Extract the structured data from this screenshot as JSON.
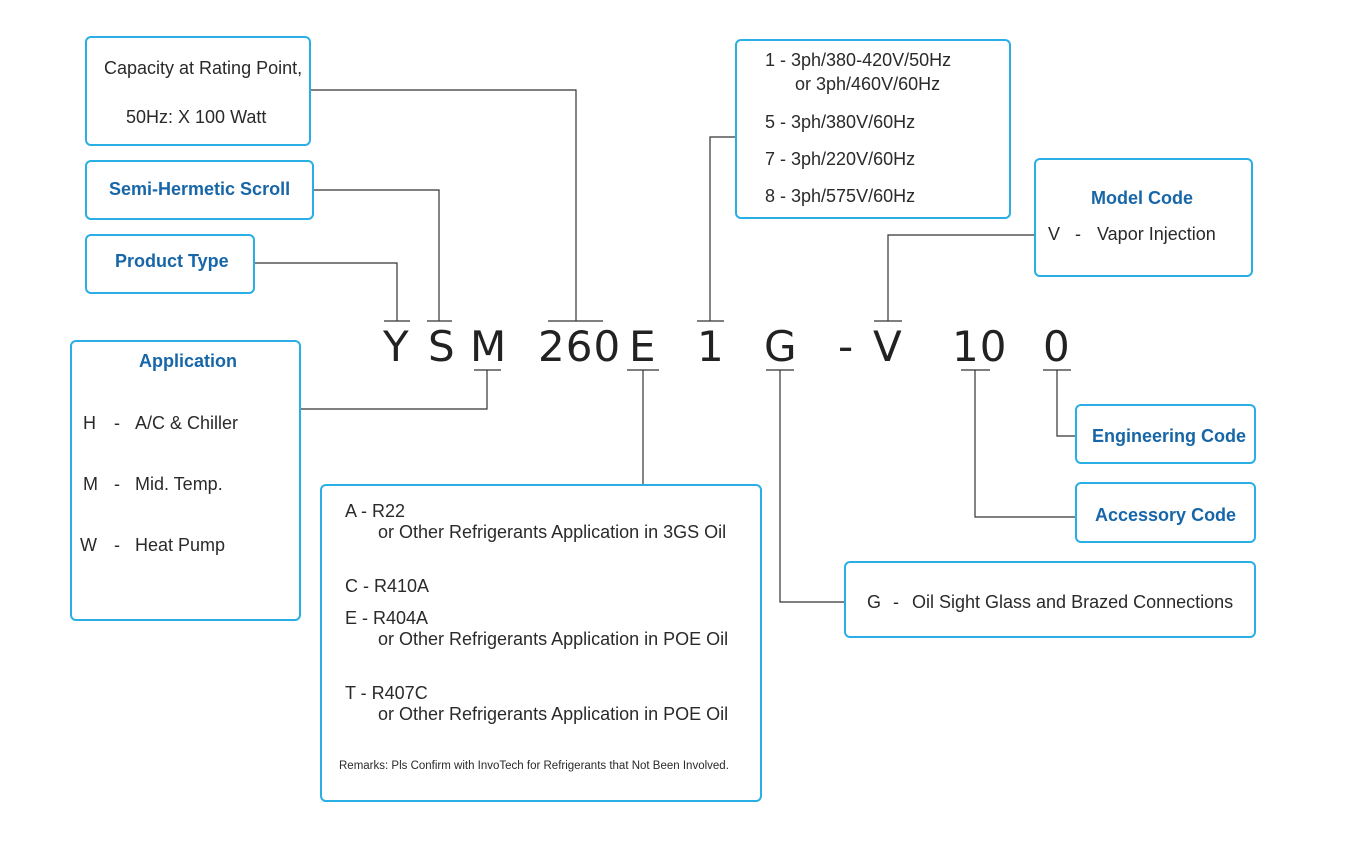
{
  "model_code_chars": [
    "Y",
    "S",
    "M",
    "260",
    "E",
    "1",
    "G",
    "-",
    "V",
    "10",
    "0"
  ],
  "capacity": {
    "line1": "Capacity at Rating Point,",
    "line2": "50Hz: X 100 Watt"
  },
  "semi_hermetic": {
    "title": "Semi-Hermetic Scroll"
  },
  "product_type": {
    "title": "Product Type"
  },
  "application": {
    "title": "Application",
    "items": [
      {
        "code": "H",
        "dash": "-",
        "label": "A/C & Chiller"
      },
      {
        "code": "M",
        "dash": "-",
        "label": "Mid. Temp."
      },
      {
        "code": "W",
        "dash": "-",
        "label": "Heat Pump"
      }
    ]
  },
  "voltage": {
    "items": [
      "1 - 3ph/380-420V/50Hz",
      "or 3ph/460V/60Hz",
      "5 - 3ph/380V/60Hz",
      "7 - 3ph/220V/60Hz",
      "8 - 3ph/575V/60Hz"
    ]
  },
  "model_code": {
    "title": "Model Code",
    "code": "V",
    "dash": "-",
    "label": "Vapor Injection"
  },
  "refrigerant": {
    "items": [
      "A - R22",
      "or Other Refrigerants Application in 3GS Oil",
      "C - R410A",
      "E - R404A",
      "or Other Refrigerants Application in POE Oil",
      "T - R407C",
      "or Other Refrigerants Application in POE Oil"
    ],
    "remarks": "Remarks: Pls Confirm with InvoTech for Refrigerants that Not Been Involved."
  },
  "engineering_code": {
    "title": "Engineering Code"
  },
  "accessory_code": {
    "title": "Accessory Code"
  },
  "oil_sight": {
    "code": "G",
    "dash": "-",
    "label": "Oil Sight Glass and Brazed Connections"
  },
  "colors": {
    "box_border": "#29aee6",
    "title_text": "#1766a8",
    "line": "#333333"
  }
}
